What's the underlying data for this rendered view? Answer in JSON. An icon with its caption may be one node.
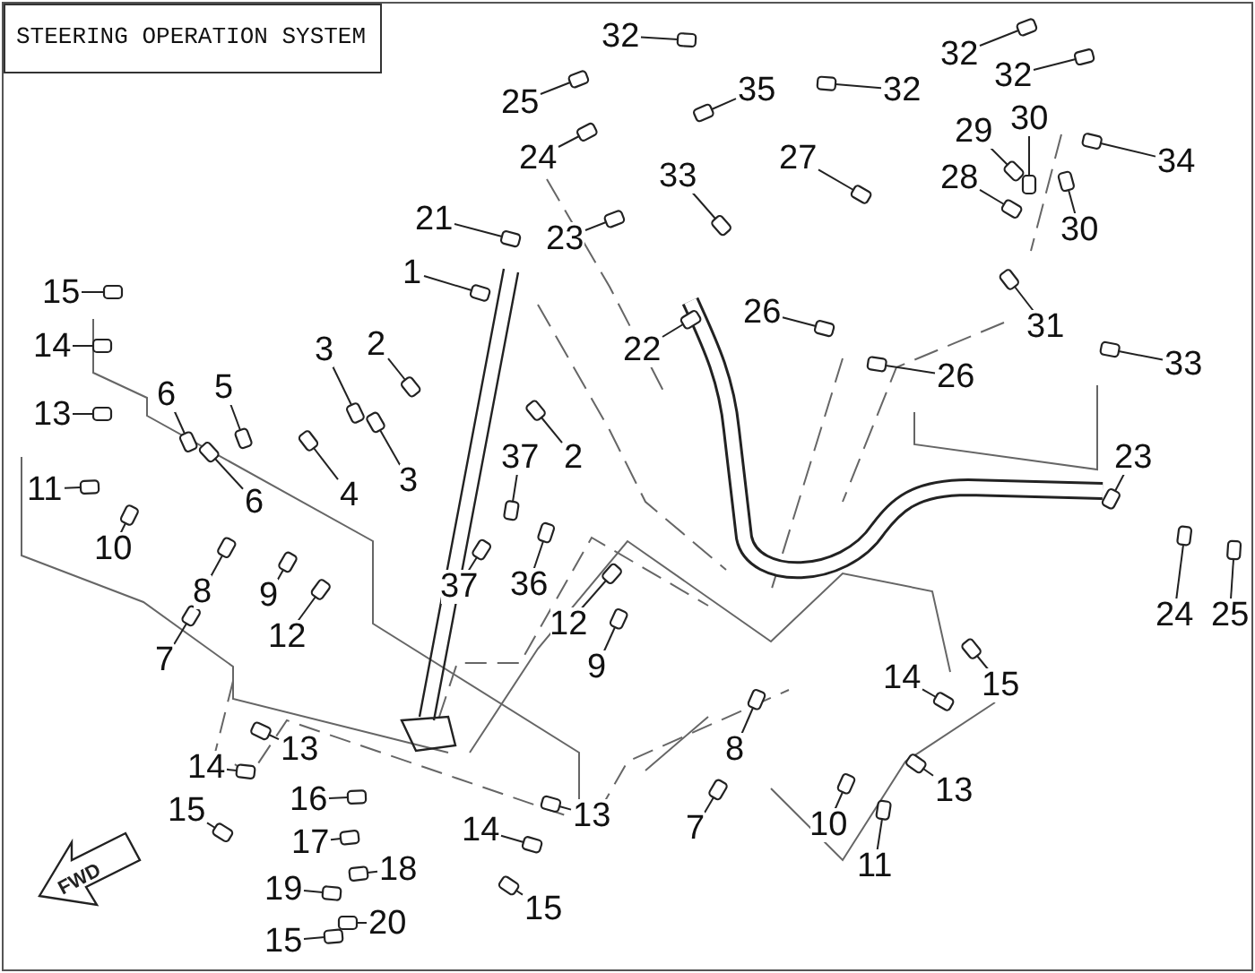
{
  "diagram": {
    "title": "STEERING OPERATION SYSTEM",
    "nodes": [
      {
        "text": [
          "32"
        ]
      },
      {
        "text": [
          "32"
        ]
      },
      {
        "text": [
          "32"
        ]
      },
      {
        "text": [
          "35"
        ]
      },
      {
        "text": [
          "32"
        ]
      },
      {
        "text": [
          "25"
        ]
      },
      {
        "text": [
          "29"
        ]
      },
      {
        "text": [
          "30"
        ]
      },
      {
        "text": [
          "24"
        ]
      },
      {
        "text": [
          "34"
        ]
      },
      {
        "text": [
          "27"
        ]
      },
      {
        "text": [
          "33"
        ]
      },
      {
        "text": [
          "28"
        ]
      },
      {
        "text": [
          "21"
        ]
      },
      {
        "text": [
          "30"
        ]
      },
      {
        "text": [
          "23"
        ]
      },
      {
        "text": [
          "1"
        ]
      },
      {
        "text": [
          "15"
        ]
      },
      {
        "text": [
          "26"
        ]
      },
      {
        "text": [
          "31"
        ]
      },
      {
        "text": [
          "14"
        ]
      },
      {
        "text": [
          "22"
        ]
      },
      {
        "text": [
          "3"
        ]
      },
      {
        "text": [
          "2"
        ]
      },
      {
        "text": [
          "33"
        ]
      },
      {
        "text": [
          "26"
        ]
      },
      {
        "text": [
          "6"
        ]
      },
      {
        "text": [
          "5"
        ]
      },
      {
        "text": [
          "13"
        ]
      },
      {
        "text": [
          "23"
        ]
      },
      {
        "text": [
          "37"
        ]
      },
      {
        "text": [
          "2"
        ]
      },
      {
        "text": [
          "3"
        ]
      },
      {
        "text": [
          "4"
        ]
      },
      {
        "text": [
          "11"
        ]
      },
      {
        "text": [
          "6"
        ]
      },
      {
        "text": [
          "10"
        ]
      },
      {
        "text": [
          "37"
        ]
      },
      {
        "text": [
          "36"
        ]
      },
      {
        "text": [
          "8"
        ]
      },
      {
        "text": [
          "9"
        ]
      },
      {
        "text": [
          "24"
        ]
      },
      {
        "text": [
          "25"
        ]
      },
      {
        "text": [
          "12"
        ]
      },
      {
        "text": [
          "12"
        ]
      },
      {
        "text": [
          "7"
        ]
      },
      {
        "text": [
          "9"
        ]
      },
      {
        "text": [
          "14"
        ]
      },
      {
        "text": [
          "15"
        ]
      },
      {
        "text": [
          "13"
        ]
      },
      {
        "text": [
          "8"
        ]
      },
      {
        "text": [
          "14"
        ]
      },
      {
        "text": [
          "13"
        ]
      },
      {
        "text": [
          "16"
        ]
      },
      {
        "text": [
          "15"
        ]
      },
      {
        "text": [
          "13"
        ]
      },
      {
        "text": [
          "7"
        ]
      },
      {
        "text": [
          "10"
        ]
      },
      {
        "text": [
          "14"
        ]
      },
      {
        "text": [
          "17"
        ]
      },
      {
        "text": [
          "11"
        ]
      },
      {
        "text": [
          "18"
        ]
      },
      {
        "text": [
          "19"
        ]
      },
      {
        "text": [
          "15"
        ]
      },
      {
        "text": [
          "20"
        ]
      },
      {
        "text": [
          "15"
        ]
      },
      {
        "text": [],
        "shape": "box"
      },
      {
        "text": [],
        "shape": "box"
      },
      {
        "text": [],
        "shape": "box"
      },
      {
        "text": [],
        "shape": "box"
      },
      {
        "text": [],
        "shape": "box"
      },
      {
        "text": [],
        "shape": "box"
      },
      {
        "text": [],
        "shape": "box"
      },
      {
        "text": [],
        "shape": "box"
      },
      {
        "text": [],
        "shape": "box"
      },
      {
        "text": [],
        "shape": "box"
      },
      {
        "text": [],
        "shape": "box"
      },
      {
        "text": [],
        "shape": "box"
      },
      {
        "text": [],
        "shape": "box"
      },
      {
        "text": [],
        "shape": "box"
      },
      {
        "text": [],
        "shape": "box"
      },
      {
        "text": [],
        "shape": "box"
      },
      {
        "text": [],
        "shape": "box"
      },
      {
        "text": [],
        "shape": "box"
      },
      {
        "text": [],
        "shape": "box"
      },
      {
        "text": [],
        "shape": "box"
      },
      {
        "text": [],
        "shape": "box"
      },
      {
        "text": [],
        "shape": "box"
      },
      {
        "text": [],
        "shape": "box"
      },
      {
        "text": [],
        "shape": "box"
      },
      {
        "text": [],
        "shape": "box"
      },
      {
        "text": [],
        "shape": "box"
      },
      {
        "text": [],
        "shape": "box"
      },
      {
        "text": [],
        "shape": "box"
      },
      {
        "text": [],
        "shape": "box"
      },
      {
        "text": [],
        "shape": "box"
      },
      {
        "text": [],
        "shape": "box"
      },
      {
        "text": [],
        "shape": "box"
      },
      {
        "text": [],
        "shape": "box"
      },
      {
        "text": [],
        "shape": "box"
      },
      {
        "text": [],
        "shape": "box"
      },
      {
        "text": [],
        "shape": "box"
      },
      {
        "text": [],
        "shape": "box"
      },
      {
        "text": [],
        "shape": "box"
      },
      {
        "text": [],
        "shape": "box"
      },
      {
        "text": [],
        "shape": "box"
      },
      {
        "text": [],
        "shape": "box"
      },
      {
        "text": [],
        "shape": "box"
      },
      {
        "text": [],
        "shape": "box"
      },
      {
        "text": [],
        "shape": "box"
      },
      {
        "text": [],
        "shape": "box"
      },
      {
        "text": [],
        "shape": "box"
      },
      {
        "text": [],
        "shape": "box"
      },
      {
        "text": [],
        "shape": "box"
      },
      {
        "text": [],
        "shape": "box"
      },
      {
        "text": [],
        "shape": "box"
      },
      {
        "text": [],
        "shape": "box"
      },
      {
        "text": [],
        "shape": "box"
      },
      {
        "text": [],
        "shape": "box"
      },
      {
        "text": [],
        "shape": "box"
      },
      {
        "text": [],
        "shape": "box"
      },
      {
        "text": [],
        "shape": "box"
      },
      {
        "text": [],
        "shape": "box"
      },
      {
        "text": [],
        "shape": "box"
      },
      {
        "text": [],
        "shape": "box"
      },
      {
        "text": [],
        "shape": "box"
      },
      {
        "text": [],
        "shape": "box"
      },
      {
        "text": [],
        "shape": "box"
      },
      {
        "text": [],
        "shape": "box"
      },
      {
        "text": [],
        "shape": "box"
      },
      {
        "text": [],
        "shape": "box"
      },
      {
        "text": [],
        "shape": "box"
      }
    ],
    "edges": [
      {
        "from": 0,
        "to": 66,
        "arrow": "none"
      },
      {
        "from": 1,
        "to": 67,
        "arrow": "none"
      },
      {
        "from": 2,
        "to": 68,
        "arrow": "none"
      },
      {
        "from": 3,
        "to": 69,
        "arrow": "none"
      },
      {
        "from": 4,
        "to": 70,
        "arrow": "none"
      },
      {
        "from": 5,
        "to": 71,
        "arrow": "none"
      },
      {
        "from": 6,
        "to": 72,
        "arrow": "none"
      },
      {
        "from": 7,
        "to": 73,
        "arrow": "none"
      },
      {
        "from": 8,
        "to": 74,
        "arrow": "none"
      },
      {
        "from": 9,
        "to": 75,
        "arrow": "none"
      },
      {
        "from": 10,
        "to": 76,
        "arrow": "none"
      },
      {
        "from": 11,
        "to": 77,
        "arrow": "none"
      },
      {
        "from": 12,
        "to": 78,
        "arrow": "none"
      },
      {
        "from": 13,
        "to": 79,
        "arrow": "none"
      },
      {
        "from": 14,
        "to": 80,
        "arrow": "none"
      },
      {
        "from": 15,
        "to": 81,
        "arrow": "none"
      },
      {
        "from": 16,
        "to": 82,
        "arrow": "none"
      },
      {
        "from": 17,
        "to": 83,
        "arrow": "none"
      },
      {
        "from": 18,
        "to": 84,
        "arrow": "none"
      },
      {
        "from": 19,
        "to": 85,
        "arrow": "none"
      },
      {
        "from": 20,
        "to": 86,
        "arrow": "none"
      },
      {
        "from": 21,
        "to": 87,
        "arrow": "none"
      },
      {
        "from": 22,
        "to": 88,
        "arrow": "none"
      },
      {
        "from": 23,
        "to": 89,
        "arrow": "none"
      },
      {
        "from": 24,
        "to": 90,
        "arrow": "none"
      },
      {
        "from": 25,
        "to": 91,
        "arrow": "none"
      },
      {
        "from": 26,
        "to": 92,
        "arrow": "none"
      },
      {
        "from": 27,
        "to": 93,
        "arrow": "none"
      },
      {
        "from": 28,
        "to": 94,
        "arrow": "none"
      },
      {
        "from": 29,
        "to": 95,
        "arrow": "none"
      },
      {
        "from": 30,
        "to": 96,
        "arrow": "none"
      },
      {
        "from": 31,
        "to": 97,
        "arrow": "none"
      },
      {
        "from": 32,
        "to": 98,
        "arrow": "none"
      },
      {
        "from": 33,
        "to": 99,
        "arrow": "none"
      },
      {
        "from": 34,
        "to": 100,
        "arrow": "none"
      },
      {
        "from": 35,
        "to": 101,
        "arrow": "none"
      },
      {
        "from": 36,
        "to": 102,
        "arrow": "none"
      },
      {
        "from": 37,
        "to": 103,
        "arrow": "none"
      },
      {
        "from": 38,
        "to": 104,
        "arrow": "none"
      },
      {
        "from": 39,
        "to": 105,
        "arrow": "none"
      },
      {
        "from": 40,
        "to": 106,
        "arrow": "none"
      },
      {
        "from": 41,
        "to": 107,
        "arrow": "none"
      },
      {
        "from": 42,
        "to": 108,
        "arrow": "none"
      },
      {
        "from": 43,
        "to": 109,
        "arrow": "none"
      },
      {
        "from": 44,
        "to": 110,
        "arrow": "none"
      },
      {
        "from": 45,
        "to": 111,
        "arrow": "none"
      },
      {
        "from": 46,
        "to": 112,
        "arrow": "none"
      },
      {
        "from": 47,
        "to": 113,
        "arrow": "none"
      },
      {
        "from": 48,
        "to": 114,
        "arrow": "none"
      },
      {
        "from": 49,
        "to": 115,
        "arrow": "none"
      },
      {
        "from": 50,
        "to": 116,
        "arrow": "none"
      },
      {
        "from": 51,
        "to": 117,
        "arrow": "none"
      },
      {
        "from": 52,
        "to": 118,
        "arrow": "none"
      },
      {
        "from": 53,
        "to": 119,
        "arrow": "none"
      },
      {
        "from": 54,
        "to": 120,
        "arrow": "none"
      },
      {
        "from": 55,
        "to": 121,
        "arrow": "none"
      },
      {
        "from": 56,
        "to": 122,
        "arrow": "none"
      },
      {
        "from": 57,
        "to": 123,
        "arrow": "none"
      },
      {
        "from": 58,
        "to": 124,
        "arrow": "none"
      },
      {
        "from": 59,
        "to": 125,
        "arrow": "none"
      },
      {
        "from": 60,
        "to": 126,
        "arrow": "none"
      },
      {
        "from": 61,
        "to": 127,
        "arrow": "none"
      },
      {
        "from": 62,
        "to": 128,
        "arrow": "none"
      },
      {
        "from": 63,
        "to": 129,
        "arrow": "none"
      },
      {
        "from": 64,
        "to": 130,
        "arrow": "none"
      },
      {
        "from": 65,
        "to": 131,
        "arrow": "none"
      }
    ],
    "labels": [
      "FWD"
    ]
  }
}
